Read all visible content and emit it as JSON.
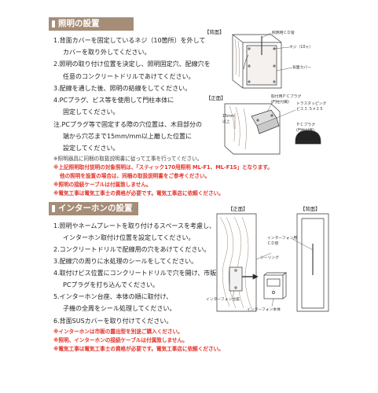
{
  "section1": {
    "title": "照明の設置",
    "steps": [
      "1.背面カバーを固定しているネジ（10箇所）を外して",
      "カバーを取り外してください。",
      "2.照明の取り付け位置を決定し、照明固定穴、配線穴を",
      "任意のコンクリートドリルであけてください。",
      "3.配線を通した後、照明の結線をしてください。",
      "4.PCプラグ、ビス等を使用して門柱本体に",
      "固定してください。",
      "注.PCプラグ等で固定する際の穴位置は、木目部分の",
      "端から穴芯まで15mm/mm以上離した位置に",
      "設定してください。"
    ],
    "notes": [
      "※照明器具に同梱の取扱説明書に従って工事を行ってください。",
      "※上記照明取付説明の対象照明は、「スティック170用照明 ML-F1、ML-F1S」となります。",
      "他の照明を設置の場合は、同梱の取扱説明書をご参考ください。",
      "※照明の接続ケーブルは付属致しません。",
      "※電気工事は電気工事士の資格が必要です。電気工事店に依頼ください。"
    ],
    "diagram": {
      "back_label": "【背面】",
      "front_label": "【正面】",
      "labels": {
        "lighting_cd": "照明用ＣＤ管",
        "screws": "ネジ（10ヶ）",
        "back_cover": "背面カバー",
        "pc_plug": "取付用ＰＣプラグ\n(門柱付属)",
        "tapping_screw": "トラスタッピング\nビス３.５×２５",
        "pc_plug2": "ＰＣプラグ\n(門柱付属)",
        "dim": "15mm\n以上"
      }
    }
  },
  "section2": {
    "title": "インターホンの設置",
    "steps": [
      "1.照明やネームプレートを取り付けるスペースを考慮し、",
      "インターホン取付け位置を設定してください。",
      "2.コンクリートドリルで配線用の穴をあけてください。",
      "3.配線穴の周りに水処理のシールをしてください。",
      "4.取付けビス位置にコンクリートドリルで穴を開け、市販の",
      "PCプラグを打ち込んでください。",
      "5.インターホン台座、本体の順に取付け、",
      "子機の全周をシール処理してください。",
      "6.背面SUSカバーを取り付けてください。"
    ],
    "notes": [
      "※インターホンは市販の露出型を別途ご購入ください。",
      "※照明、インターホンの接続ケーブルは付属致しません。",
      "※電気工事は電気工事士の資格が必要です。電気工事店に依頼ください。"
    ],
    "diagram": {
      "front_label": "【正面】",
      "back_label": "【背面】",
      "labels": {
        "intercom_cd": "インターフォン用\nＣＤ管",
        "sealing": "シーリング",
        "intercom_base": "インターフォン台座",
        "intercom_body": "インターフォン本体"
      }
    }
  },
  "colors": {
    "header": "#a58d78",
    "red": "#e4332b",
    "wood": "#9a8470"
  }
}
